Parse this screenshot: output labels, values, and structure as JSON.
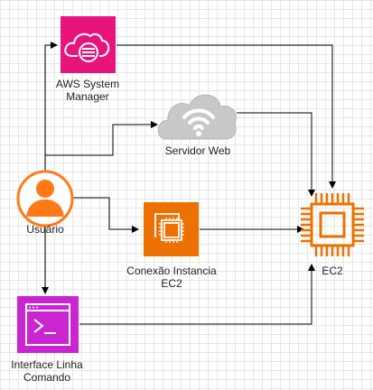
{
  "nodes": {
    "ssm": {
      "label_line1": "AWS System",
      "label_line2": "Manager",
      "icon": "ssm-config-icon",
      "color": "#e7157b"
    },
    "web": {
      "label": "Servidor Web",
      "icon": "cloud-wifi-icon",
      "color": "#c8c8c8"
    },
    "user": {
      "label": "Usuário",
      "icon": "user-icon",
      "color": "#ff7a17"
    },
    "conn": {
      "label_line1": "Conexão Instancia",
      "label_line2": "EC2",
      "icon": "ec2-instances-icon",
      "color": "#ed7100"
    },
    "ec2": {
      "label": "EC2",
      "icon": "chip-icon",
      "color": "#ed7100"
    },
    "cli": {
      "label_line1": "Interface Linha",
      "label_line2": "Comando",
      "icon": "terminal-icon",
      "color": "#c925d1"
    }
  }
}
